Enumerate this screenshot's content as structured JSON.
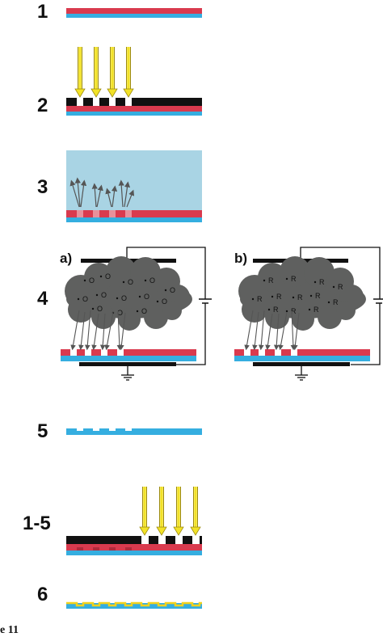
{
  "steps": {
    "s1": "1",
    "s2": "2",
    "s3": "3",
    "s4": "4",
    "s5": "5",
    "s15": "1-5",
    "s6": "6"
  },
  "panels": {
    "a": "a)",
    "b": "b)"
  },
  "caption": "e 11",
  "species": {
    "oxygen_radical": "O",
    "generic_radical": "R"
  },
  "colors": {
    "red_layer": "#d93a4e",
    "blue_layer": "#35aee0",
    "black_mask": "#111111",
    "light_beam": "#f2e227",
    "light_beam_outline": "#9c8a10",
    "liquid": "#a9d4e4",
    "plasma_cloud": "#5f605f",
    "deposit": "#f2d21c"
  }
}
